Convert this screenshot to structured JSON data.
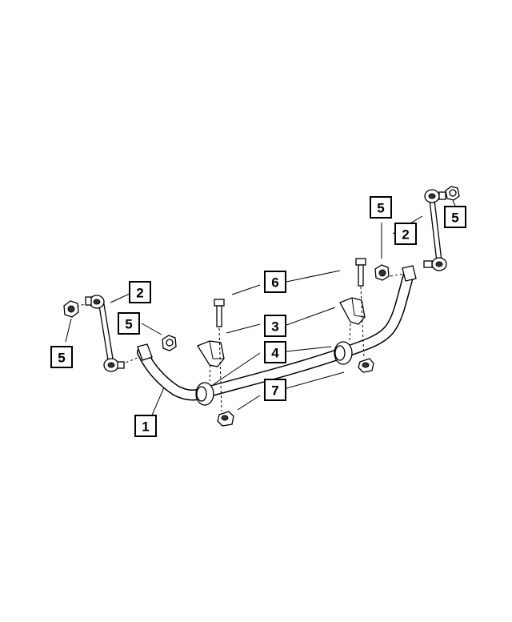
{
  "callouts": [
    {
      "id": "callout-1",
      "label": "1"
    },
    {
      "id": "callout-2-left",
      "label": "2"
    },
    {
      "id": "callout-2-right",
      "label": "2"
    },
    {
      "id": "callout-3",
      "label": "3"
    },
    {
      "id": "callout-4",
      "label": "4"
    },
    {
      "id": "callout-5-far-left",
      "label": "5"
    },
    {
      "id": "callout-5-left",
      "label": "5"
    },
    {
      "id": "callout-5-center-right",
      "label": "5"
    },
    {
      "id": "callout-5-far-right",
      "label": "5"
    },
    {
      "id": "callout-6",
      "label": "6"
    },
    {
      "id": "callout-7",
      "label": "7"
    }
  ],
  "parts": {
    "stabilizer_bar": "1",
    "stabilizer_link": "2",
    "bushing_retainer": "3",
    "bushing": "4",
    "nut": "5",
    "bolt": "6",
    "retainer_nut": "7"
  },
  "colors": {
    "line": "#000000",
    "background": "#ffffff"
  }
}
